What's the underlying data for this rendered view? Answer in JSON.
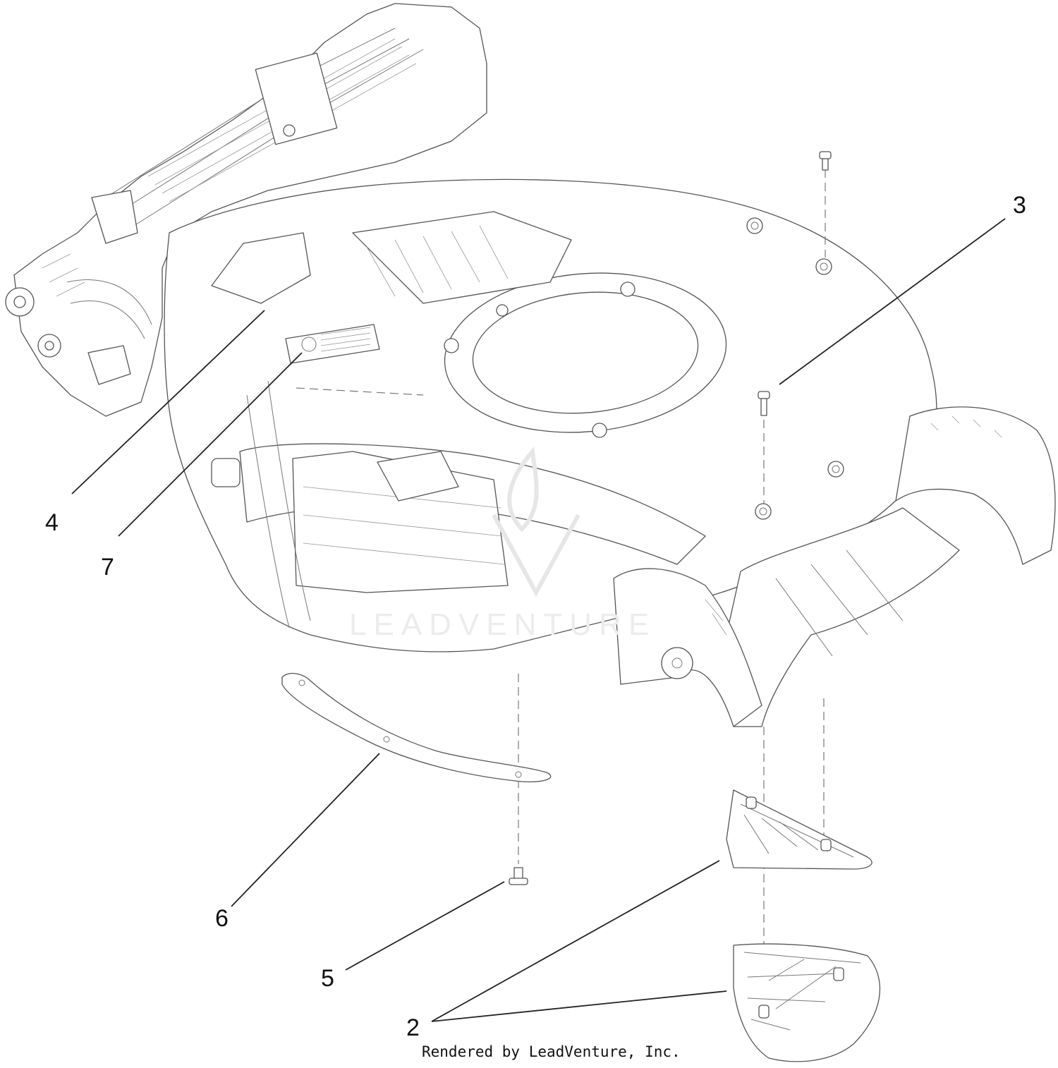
{
  "diagram": {
    "callouts": [
      {
        "id": "2",
        "label": "2"
      },
      {
        "id": "3",
        "label": "3"
      },
      {
        "id": "4",
        "label": "4"
      },
      {
        "id": "5",
        "label": "5"
      },
      {
        "id": "6",
        "label": "6"
      },
      {
        "id": "7",
        "label": "7"
      }
    ],
    "watermark": "LEADVENTURE",
    "credit": "Rendered by LeadVenture, Inc."
  }
}
